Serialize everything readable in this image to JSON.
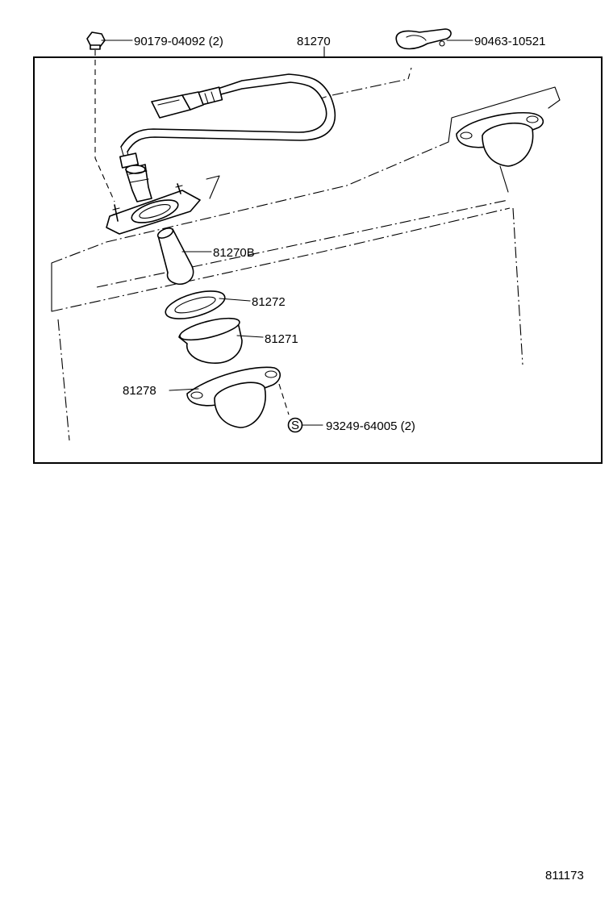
{
  "parts": {
    "assembly": "81270",
    "bolt": "90179-04092 (2)",
    "clamp": "90463-10521",
    "bulb": "81270B",
    "gasket": "81272",
    "lens": "81271",
    "lamp_housing": "81278",
    "screw": "93249-64005 (2)",
    "screw_symbol": "S"
  },
  "figure_number": "811173"
}
